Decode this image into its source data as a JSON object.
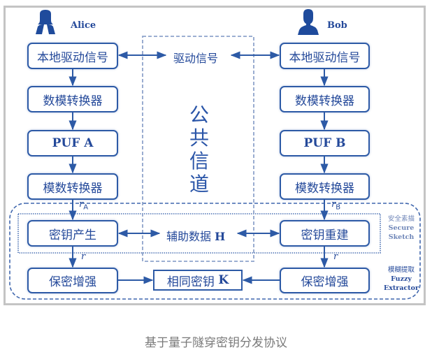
{
  "caption": "基于量子隧穿密钥分发协议",
  "parties": {
    "alice": {
      "name": "Alice",
      "icon": "female-user-icon"
    },
    "bob": {
      "name": "Bob",
      "icon": "male-user-icon"
    }
  },
  "alice_column": {
    "local_drive": "本地驱动信号",
    "dac": "数模转换器",
    "puf": "PUF A",
    "adc": "模数转换器",
    "key_gen": "密钥产生",
    "privacy_amp": "保密增强",
    "var_r": "r",
    "var_rA_base": "r",
    "var_rA_sub": "A"
  },
  "bob_column": {
    "local_drive": "本地驱动信号",
    "dac": "数模转换器",
    "puf": "PUF B",
    "adc": "模数转换器",
    "key_rebuild": "密钥重建",
    "privacy_amp": "保密增强",
    "var_r": "r",
    "var_rB_base": "r",
    "var_rB_sub": "B"
  },
  "public_channel": {
    "title": "公共信道",
    "drive_signal": "驱动信号",
    "helper_data_cn": "辅助数据",
    "helper_data_var": "H"
  },
  "shared_key": {
    "label_cn": "相同密钥",
    "label_var": "K"
  },
  "secure_sketch": {
    "cn": "安全素描",
    "en_line1": "Secure",
    "en_line2": "Sketch"
  },
  "fuzzy_extractor": {
    "cn": "模糊提取",
    "en_line1": "Fuzzy",
    "en_line2": "Extractor"
  },
  "colors": {
    "primary": "#2d5aa6",
    "text": "#24499a",
    "dashed": "#7f97c4",
    "frame": "#c4c4c4",
    "caption": "#7a7a7a"
  }
}
